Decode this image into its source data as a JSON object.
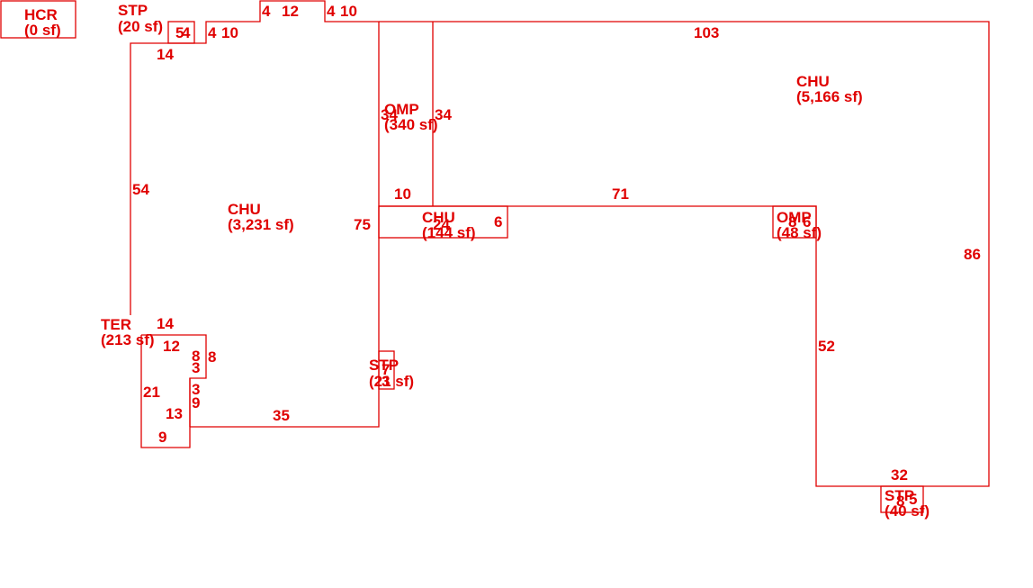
{
  "colors": {
    "line": "#e00000",
    "text": "#e00000",
    "background": "#ffffff"
  },
  "rooms": {
    "hcr": {
      "code": "HCR",
      "area": "(0 sf)"
    },
    "stp_top": {
      "code": "STP",
      "area": "(20 sf)"
    },
    "chu_main": {
      "code": "CHU",
      "area": "(3,231 sf)"
    },
    "omp_mid": {
      "code": "OMP",
      "area": "(340 sf)"
    },
    "chu_right": {
      "code": "CHU",
      "area": "(5,166 sf)"
    },
    "chu_small": {
      "code": "CHU",
      "area": "(144 sf)"
    },
    "omp_small": {
      "code": "OMP",
      "area": "(48 sf)"
    },
    "ter": {
      "code": "TER",
      "area": "(213 sf)"
    },
    "stp_mid": {
      "code": "STP",
      "area": "(21 sf)"
    },
    "stp_bottom": {
      "code": "STP",
      "area": "(40 sf)"
    }
  },
  "dimensions": {
    "top_4a": "4",
    "top_12": "12",
    "top_4b": "4",
    "top_10b": "10",
    "stp_5": "5",
    "stp_4": "4",
    "left_4": "4",
    "left_10": "10",
    "dim_103": "103",
    "dim_14_top": "14",
    "dim_34_left": "34",
    "dim_34_right": "34",
    "dim_54": "54",
    "dim_10_mid": "10",
    "dim_71": "71",
    "dim_75": "75",
    "dim_24": "24",
    "dim_6_chu": "6",
    "dim_8_omp": "8",
    "dim_6_omp": "6",
    "dim_86": "86",
    "dim_14_ter": "14",
    "dim_12": "12",
    "dim_8a": "8",
    "dim_8b": "8",
    "dim_3a": "3",
    "dim_3b": "3",
    "dim_9a": "9",
    "dim_21": "21",
    "dim_13": "13",
    "dim_9b": "9",
    "dim_35": "35",
    "stp_mid_7": "7",
    "stp_mid_3": "3",
    "dim_52": "52",
    "dim_32": "32",
    "stp_bot_8": "8",
    "stp_bot_5": "5"
  }
}
